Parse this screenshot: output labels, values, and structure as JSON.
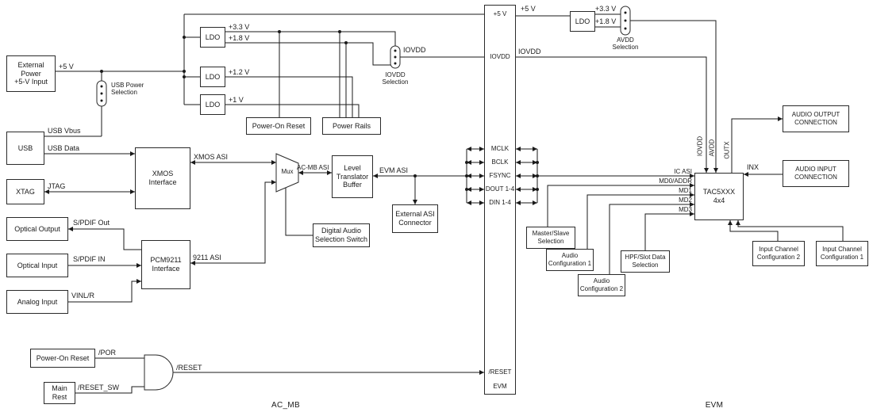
{
  "blocks": {
    "external_power": "External\nPower\n+5-V Input",
    "usb": "USB",
    "xtag": "XTAG",
    "optical_output": "Optical Output",
    "optical_input": "Optical Input",
    "analog_input": "Analog Input",
    "power_on_reset_left": "Power-On Reset",
    "main_rest": "Main\nRest",
    "xmos_interface": "XMOS\nInterface",
    "pcm9211_interface": "PCM9211\nInterface",
    "ldo_a": "LDO",
    "ldo_b": "LDO",
    "ldo_c": "LDO",
    "ldo_right": "LDO",
    "power_on_reset": "Power-On Reset",
    "power_rails": "Power Rails",
    "mux": "Mux",
    "level_translator_buffer": "Level\nTranslator\nBuffer",
    "digital_audio_selection_switch": "Digital Audio\nSelection Switch",
    "external_asi_connector": "External ASI\nConnector",
    "tac5xxx": "TAC5XXX\n4x4",
    "audio_output_connection": "AUDIO OUTPUT\nCONNECTION",
    "audio_input_connection": "AUDIO INPUT\nCONNECTION",
    "master_slave_selection": "Master/Slave\nSelection",
    "audio_configuration_1": "Audio\nConfiguration 1",
    "audio_configuration_2": "Audio\nConfiguration 2",
    "hpf_slot_data_selection": "HPF/Slot Data\nSelection",
    "input_channel_configuration_2": "Input Channel\nConfiguration 2",
    "input_channel_configuration_1": "Input Channel\nConfiguration 1"
  },
  "connector": {
    "v5": "+5 V",
    "iovdd": "IOVDD",
    "mclk": "MCLK",
    "bclk": "BCLK",
    "fsync": "FSYNC",
    "dout": "DOUT 1-4",
    "din": "DIN 1-4",
    "reset": "/RESET",
    "evm": "EVM"
  },
  "labels": {
    "v5_left": "+5 V",
    "usb_power_selection": "USB Power\nSelection",
    "usb_vbus": "USB Vbus",
    "usb_data": "USB Data",
    "jtag": "JTAG",
    "spdif_out": "S/PDIF Out",
    "spdif_in": "S/PDIF IN",
    "vinlr": "VINL/R",
    "por": "/POR",
    "reset_sw": "/RESET_SW",
    "reset": "/RESET",
    "xmos_asi": "XMOS ASI",
    "asi_9211": "9211 ASI",
    "acmb_asi": "AC-MB ASI",
    "evm_asi": "EVM ASI",
    "v33_left": "+3.3 V",
    "v18_left": "+1.8 V",
    "v12": "+1.2 V",
    "v1": "+1 V",
    "iovdd_mid": "IOVDD",
    "iovdd_selection": "IOVDD\nSelection",
    "v5_right": "+5 V",
    "iovdd_right": "IOVDD",
    "v33_right": "+3.3 V",
    "v18_right": "+1.8 V",
    "avdd_selection": "AVDD\nSelection",
    "ic_asi": "IC ASI",
    "md0_addr": "MD0/ADDR",
    "md1": "MD1",
    "md2": "MD2",
    "md3": "MD3",
    "iovdd_vertical": "IOVDD",
    "avdd_vertical": "AVDD",
    "outx": "OUTX",
    "inx": "INX",
    "ac_mb": "AC_MB",
    "evm": "EVM"
  }
}
